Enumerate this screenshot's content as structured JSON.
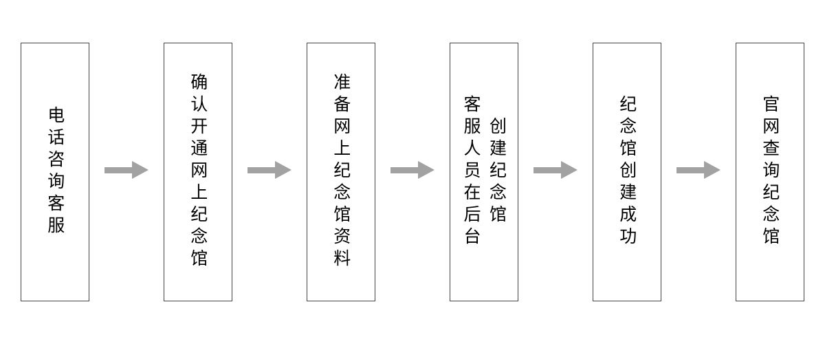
{
  "diagram": {
    "type": "flowchart",
    "direction": "left-to-right",
    "steps": [
      {
        "label": "电话咨询客服"
      },
      {
        "label": "确认开通网上纪念馆"
      },
      {
        "label": "准备网上纪念馆资料"
      },
      {
        "label": "客服人员在后台\n创建纪念馆"
      },
      {
        "label": "纪念馆创建成功"
      },
      {
        "label": "官网查询纪念馆"
      }
    ],
    "colors": {
      "arrow": "#a2a2a2",
      "box_border": "#404040",
      "box_background": "#ffffff",
      "text": "#000000"
    }
  }
}
